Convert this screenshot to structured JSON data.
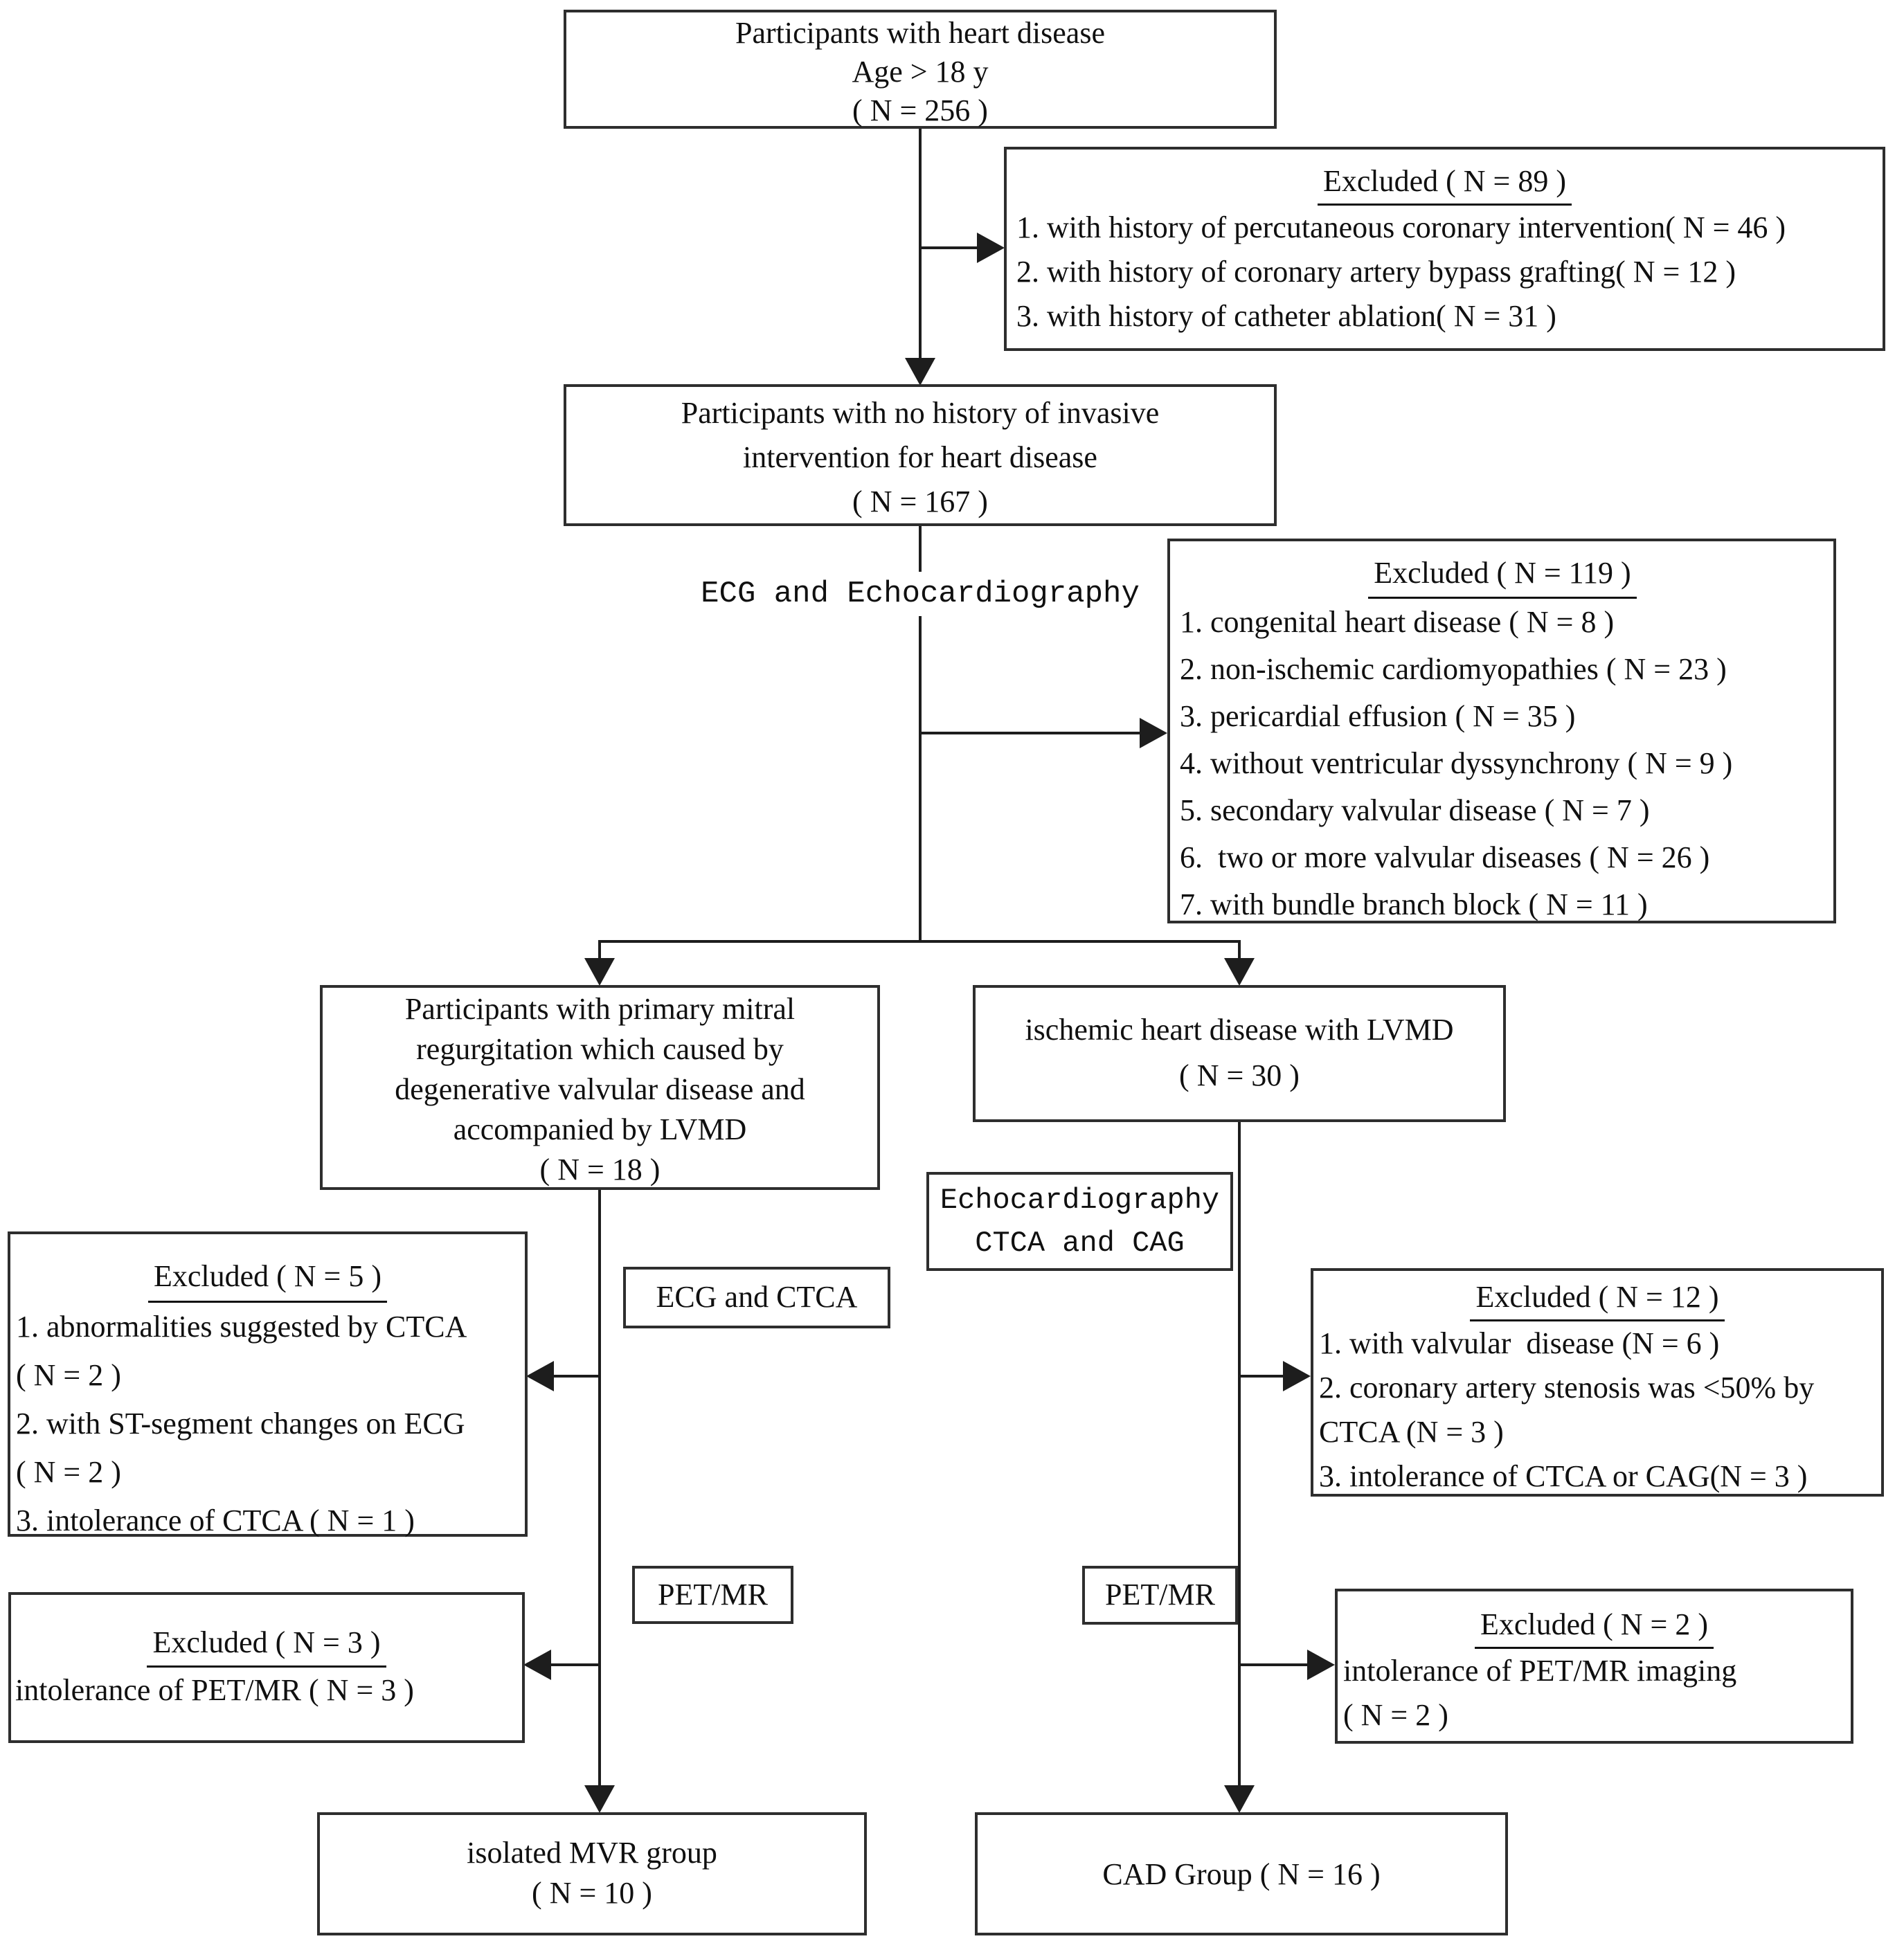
{
  "diagram": {
    "nodes": {
      "enrolled": {
        "lines": [
          "Participants with heart disease",
          "Age > 18 y",
          "( N = 256 )"
        ]
      },
      "no_history": {
        "lines": [
          "Participants with no history of invasive",
          "intervention for heart disease",
          "( N = 167 )"
        ]
      },
      "excluded_89": {
        "title": "Excluded ( N = 89 )",
        "items": [
          "1. with history of percutaneous coronary intervention( N = 46 )",
          "2. with history of coronary artery bypass grafting( N = 12 )",
          "3. with history of catheter ablation( N = 31 )"
        ]
      },
      "excluded_119": {
        "title": "Excluded ( N = 119 )",
        "items": [
          "1. congenital heart disease ( N = 8 )",
          "2. non-ischemic cardiomyopathies ( N = 23 )",
          "3. pericardial effusion ( N = 35 )",
          "4. without ventricular dyssynchrony ( N = 9 )",
          "5. secondary valvular disease ( N = 7 )",
          "6.  two or more valvular diseases ( N = 26 )",
          "7. with bundle branch block ( N = 11 )"
        ]
      },
      "mitral": {
        "lines": [
          "Participants with primary mitral",
          "regurgitation which caused by",
          "degenerative valvular disease and",
          "accompanied by LVMD",
          "( N = 18 )"
        ]
      },
      "ischemic": {
        "lines": [
          "ischemic heart disease with LVMD",
          "( N = 30 )"
        ]
      },
      "excluded_5": {
        "title": "Excluded ( N = 5 )",
        "items": [
          "1. abnormalities suggested by CTCA",
          "( N = 2 )",
          "2. with ST-segment changes on ECG",
          "( N = 2 )",
          "3. intolerance of CTCA ( N = 1 )"
        ]
      },
      "excluded_12": {
        "title": "Excluded ( N = 12 )",
        "items": [
          "1. with valvular  disease (N = 6 )",
          "2. coronary artery stenosis was <50% by",
          "CTCA (N = 3 )",
          "3. intolerance of CTCA or CAG(N = 3 )"
        ]
      },
      "excluded_3": {
        "title": "Excluded ( N = 3 )",
        "items": [
          "intolerance of PET/MR ( N = 3 )"
        ]
      },
      "excluded_2": {
        "title": "Excluded ( N = 2 )",
        "items": [
          "intolerance of PET/MR imaging",
          "( N = 2 )"
        ]
      },
      "isolated_mvr": {
        "lines": [
          "isolated MVR group",
          "( N = 10 )"
        ]
      },
      "cad": {
        "lines": [
          "CAD Group ( N = 16 )"
        ]
      }
    },
    "labels": {
      "ecg_echo": "ECG and Echocardiography",
      "echo_ctca_cag": {
        "lines": [
          "Echocardiography",
          "CTCA and CAG"
        ]
      },
      "ecg_ctca": "ECG and CTCA",
      "pet_mr_left": "PET/MR",
      "pet_mr_right": "PET/MR"
    },
    "colors": {
      "ink": "#101010",
      "border": "#2e2e2e",
      "background": "#ffffff"
    }
  }
}
